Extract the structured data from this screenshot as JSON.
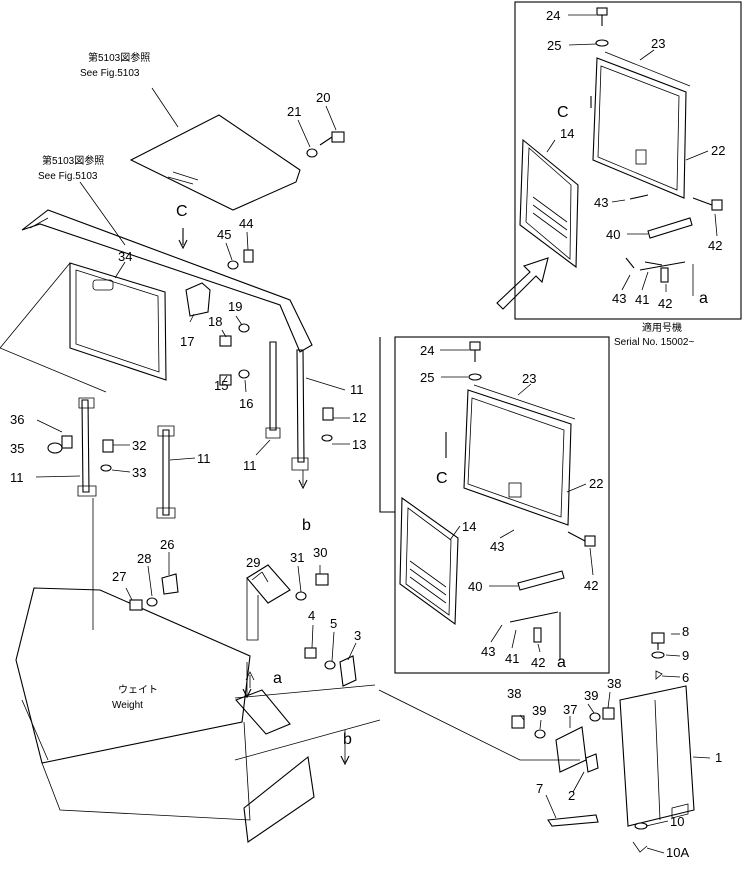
{
  "notes": {
    "fig_ref_jp_1": "第5103図参照",
    "fig_ref_en_1": "See Fig.5103",
    "fig_ref_jp_2": "第5103図参照",
    "fig_ref_en_2": "See Fig.5103",
    "weight_jp": "ウェイト",
    "weight_en": "Weight",
    "serial_jp": "適用号機",
    "serial_en": "Serial No. 15002~"
  },
  "letters": {
    "a": "a",
    "b": "b",
    "c": "C"
  },
  "parts": {
    "p1": "1",
    "p2": "2",
    "p3": "3",
    "p4": "4",
    "p5": "5",
    "p6": "6",
    "p7": "7",
    "p8": "8",
    "p9": "9",
    "p10": "10",
    "p10a": "10A",
    "p11": "11",
    "p12": "12",
    "p13": "13",
    "p14": "14",
    "p15": "15",
    "p16": "16",
    "p17": "17",
    "p18": "18",
    "p19": "19",
    "p20": "20",
    "p21": "21",
    "p22": "22",
    "p23": "23",
    "p24": "24",
    "p25": "25",
    "p26": "26",
    "p27": "27",
    "p28": "28",
    "p29": "29",
    "p30": "30",
    "p31": "31",
    "p32": "32",
    "p33": "33",
    "p34": "34",
    "p35": "35",
    "p36": "36",
    "p37": "37",
    "p38": "38",
    "p39": "39",
    "p40": "40",
    "p41": "41",
    "p42": "42",
    "p43": "43",
    "p44": "44",
    "p45": "45"
  }
}
